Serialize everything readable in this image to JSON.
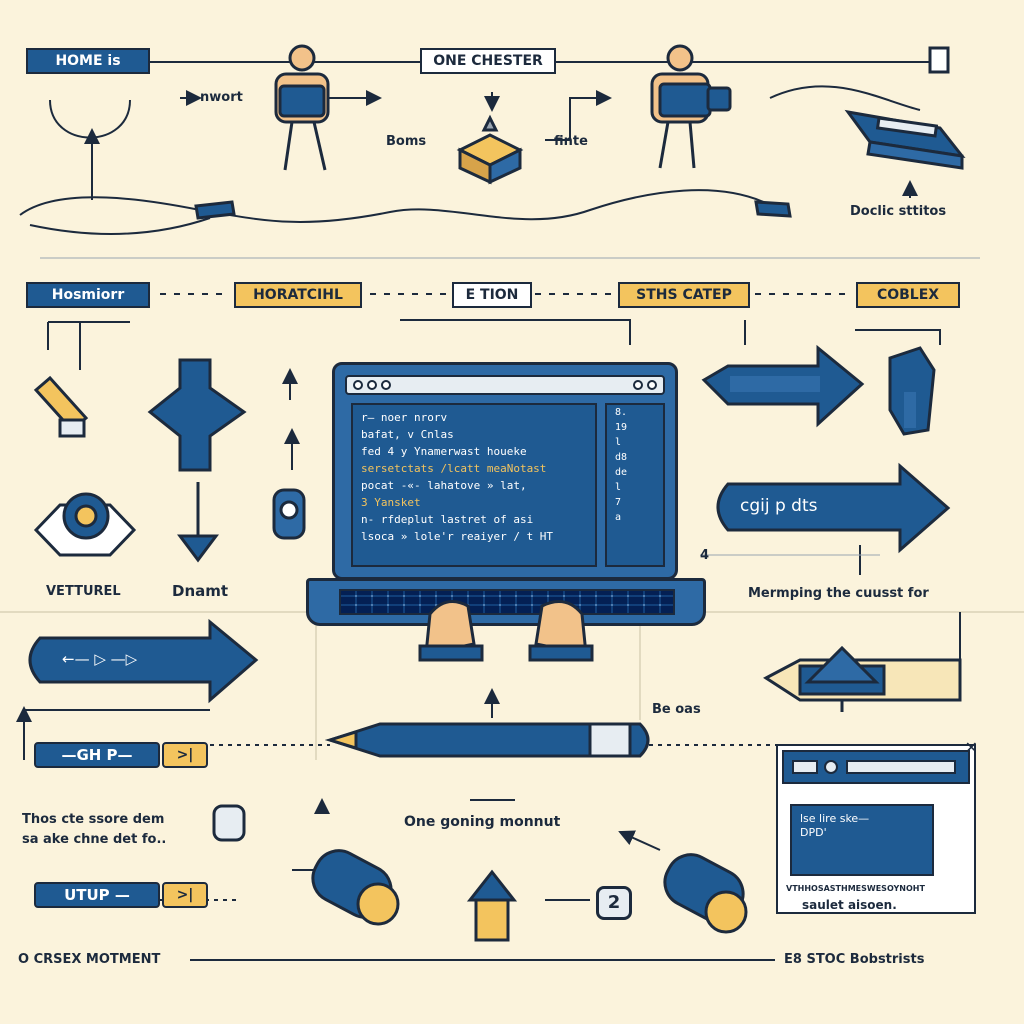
{
  "top_row": {
    "home_tag": "HOME is",
    "center_tag": "ONE CHESTER",
    "network_label": "nwort",
    "boms_label": "Boms",
    "finte_label": "finte",
    "docs_label": "Doclic sttitos"
  },
  "mid_row": {
    "tags": [
      "Hosmiorr",
      "HORATCIHL",
      "E TION",
      "STHS CATEP",
      "COBLEX"
    ],
    "vetturel_label": "VETTUREL",
    "dnamt_label": "Dnamt",
    "arrow_text": "cgij p dts",
    "side_note": "Mermping the cuusst for",
    "screen_num": "4"
  },
  "screen": {
    "code_lines": [
      "r— noer nrorv",
      "bafat,  v Cnlas",
      "fed 4 y Ynamerwast houeke",
      "sersetctats /lcatt meaNotast",
      "pocat -«- lahatove » lat,",
      "3  Yansket",
      "      n- rfdeplut lastret of asi",
      "lsoca » lole'r reaiyer / t HT"
    ],
    "highlight_lines": [
      3,
      5
    ],
    "side_lines": [
      "8.",
      "19",
      "l",
      "d8",
      "de",
      "l",
      "7",
      "a"
    ]
  },
  "left_lower": {
    "pill_text": "←—  ▷ —▷",
    "ghp_text": "—GH P—",
    "note_line1": "Thos cte ssore dem",
    "note_line2": "sa ake chne det fo..",
    "utup_text": "UTUP  —",
    "moment_label": "O CRSEX MOTMENT"
  },
  "center_lower": {
    "be_label": "Be oas",
    "moment_label": "One goning monnut",
    "badge_number": "2"
  },
  "right_lower": {
    "browser_lines": [
      "lse lire ske—",
      "DPD'"
    ],
    "browser_footer": "VTHHOSASTHMESWESOYNOHT",
    "browser_caption": "saulet aisoen.",
    "stoc_label": "E8 STOC Bobstrists"
  },
  "colors": {
    "navy": "#1f5a92",
    "ink": "#1c2a3d",
    "gold": "#f3c45e",
    "cream": "#fbf3dc"
  }
}
